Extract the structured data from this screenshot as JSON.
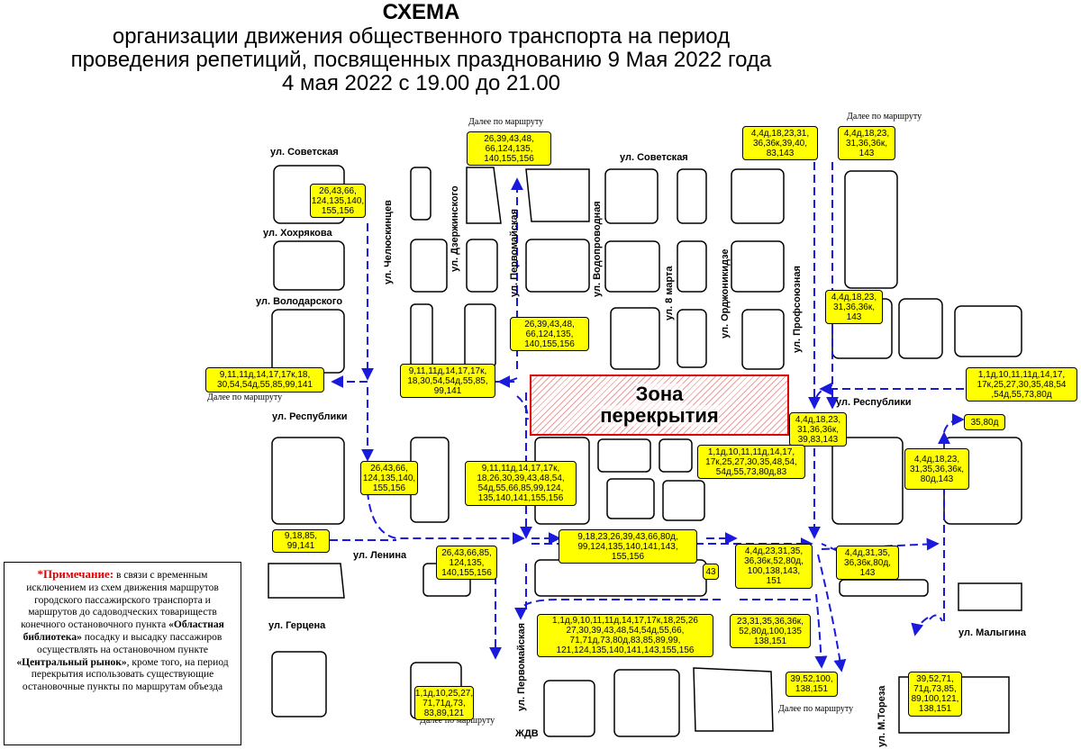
{
  "title": {
    "line1": "СХЕМА",
    "line2": "организации движения общественного транспорта на период",
    "line3": "проведения репетиций, посвященных празднованию 9 Мая 2022 года",
    "line4": "4 мая 2022 с 19.00 до 21.00"
  },
  "zone": {
    "line1": "Зона",
    "line2": "перекрытия",
    "border_color": "#e00000"
  },
  "colors": {
    "route_box": "#ffff00",
    "arrows": "#1a1adc",
    "zone": "#e00000",
    "note_heading": "#e00000"
  },
  "streets": {
    "sovetskaya_left": "ул. Советская",
    "sovetskaya_center": "ул. Советская",
    "hohryakova": "ул. Хохрякова",
    "volodarskogo": "ул. Володарского",
    "respubliki_left": "ул. Республики",
    "respubliki_right": "ул. Республики",
    "lenina": "ул. Ленина",
    "gertsena": "ул. Герцена",
    "malygina": "ул. Малыгина",
    "chelyuskintsev": "ул. Челюскинцев",
    "dzerzhinskogo": "ул. Дзержинского",
    "pervomayskaya_top": "ул. Первомайская",
    "pervomayskaya_bottom": "ул. Первомайская",
    "vodoprovodnaya": "ул. Водопроводная",
    "marta8": "ул. 8 марта",
    "ordzhonikidze": "ул. Орджоникидзе",
    "profsoyuznaya": "ул. Профсоюзная",
    "toreza": "ул. М.Тореза",
    "zhdv": "ЖДВ"
  },
  "further_labels": {
    "top_center": "Далее по маршруту",
    "top_right": "Далее по маршруту",
    "left": "Далее по маршруту",
    "bottom_left": "Далее по маршруту",
    "bottom_right": "Далее по маршруту"
  },
  "route_boxes": {
    "r1": "26,43,66,\n124,135,140,\n155,156",
    "r2": "26,39,43,48,\n66,124,135,\n140,155,156",
    "r3": "4,4д,18,23,31,\n36,36к,39,40,\n83,143",
    "r4": "4,4д,18,23,\n31,36,36к,\n143",
    "r5": "4,4д,18,23,\n31,36,36к,\n143",
    "r6": "26,39,43,48,\n66,124,135,\n140,155,156",
    "r7": "9,11,11д,14,17,17к,18,\n30,54,54д,55,85,99,141",
    "r8": "9,11,11д,14,17,17к,\n18,30,54,54д,55,85,\n99,141",
    "r9": "1,1д,10,11,11д,14,17,\n17к,25,27,30,35,48,54\n,54д,55,73,80д",
    "r10": "35,80д",
    "r11": "4,4д,18,23,\n31,36,36к,\n39,83,143",
    "r12": "1,1д,10,11,11д,14,17,\n17к,25,27,30,35,48,54,\n54д,55,73,80д,83",
    "r13": "4,4д,18,23,\n31,35,36,36к,\n80д,143",
    "r14": "26,43,66,\n124,135,140,\n155,156",
    "r15": "9,11,11д,14,17,17к,\n18,26,30,39,43,48,54,\n54д,55,66,85,99,124,\n135,140,141,155,156",
    "r16": "9,18,85,\n99,141",
    "r17": "26,43,66,85,\n124,135,\n140,155,156",
    "r18": "9,18,23,26,39,43,66,80д,\n99,124,135,140,141,143,\n155,156",
    "r19": "43",
    "r20": "4,4д,23,31,35,\n36,36к,52,80д,\n100,138,143,\n151",
    "r21": "4,4д,31,35,\n36,36к,80д,\n143",
    "r22": "1,1д,9,10,11,11д,14,17,17к,18,25,26\n27,30,39,43,48,54,54д,55,66,\n71,71д,73,80д,83,85,89,99,\n121,124,135,140,141,143,155,156",
    "r23": "23,31,35,36,36к,\n52,80д,100,135\n138,151",
    "r24": "39,52,100,\n138,151",
    "r25": "39,52,71,\n71д,73,85,\n89,100,121,\n138,151",
    "r26": "1,1д,10,25,27,\n71,71д,73,\n83,89,121"
  },
  "note": {
    "heading": "*Примечание:",
    "text1": " в связи с временным исключением из схем движения маршрутов городского пассажирского транспорта и маршрутов до садоводческих товариществ конечного остановочного пункта ",
    "stop1": "«Областная библиотека»",
    "text2": " посадку и высадку пассажиров осуществлять на остановочном пункте ",
    "stop2": "«Центральный рынок»",
    "text3": ", кроме того, на период перекрытия использовать существующие остановочные пункты по маршрутам объезда"
  }
}
